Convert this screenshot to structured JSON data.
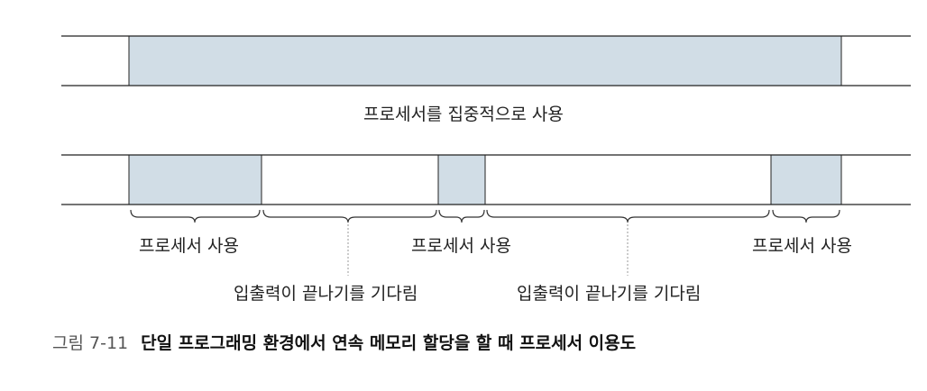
{
  "figure": {
    "top_label": "프로세서를 집중적으로 사용",
    "use_label": "프로세서 사용",
    "wait_label": "입출력이 끝나기를 기다림",
    "colors": {
      "busy_fill": "#d1dde6",
      "line": "#222222",
      "leader": "#999999"
    }
  },
  "caption": {
    "number": "그림 7-11",
    "title": "단일 프로그래밍 환경에서 연속 메모리 할당을 할 때 프로세서 이용도"
  }
}
